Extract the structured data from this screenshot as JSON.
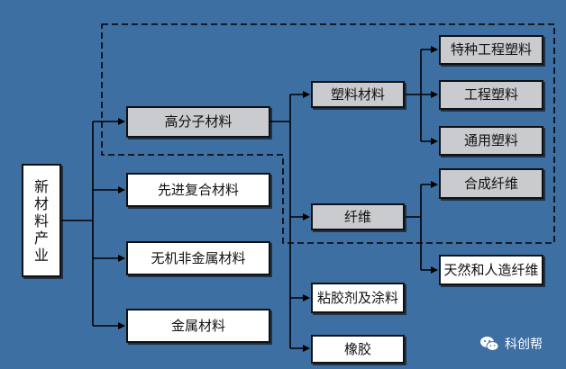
{
  "diagram": {
    "root_label": [
      "新",
      "材",
      "料",
      "产",
      "业"
    ],
    "categories": {
      "polymer": "高分子材料",
      "composite": "先进复合材料",
      "inorganic": "无机非金属材料",
      "metal": "金属材料"
    },
    "polymer_children": {
      "plastics": "塑料材料",
      "fiber": "纤维",
      "adhesive": "粘胶剂及涂料",
      "rubber": "橡胶"
    },
    "plastics_children": {
      "special": "特种工程塑料",
      "engineering": "工程塑料",
      "general": "通用塑料"
    },
    "fiber_children": {
      "synthetic": "合成纤维",
      "natural": "天然和人造纤维"
    }
  },
  "watermark": {
    "text": "科创帮",
    "icon": "wechat-icon"
  },
  "colors": {
    "background": "#3e6fa3",
    "highlight_box": "#c9cbce",
    "plain_box": "#ffffff"
  }
}
